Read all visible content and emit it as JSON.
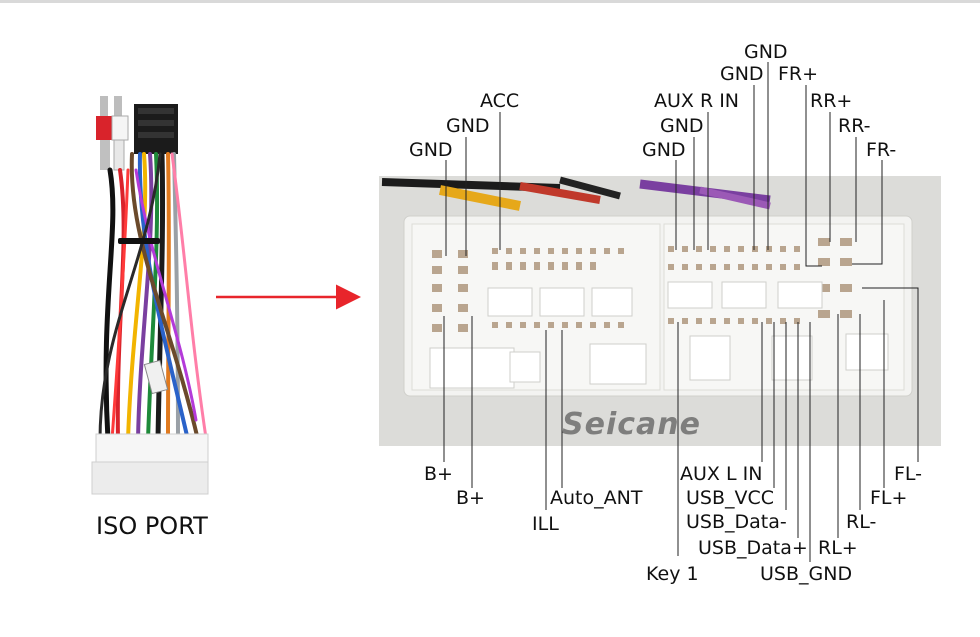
{
  "harness": {
    "caption": "ISO PORT"
  },
  "connector": {
    "watermark": "Seicane"
  },
  "colors": {
    "arrow": "#e8252b",
    "connector_body": "#f3f3f1",
    "photo_bg": "#dcdcd9",
    "leader_line": "#222222"
  },
  "labels": {
    "top": [
      "GND",
      "GND",
      "ACC",
      "GND",
      "GND",
      "AUX R IN",
      "GND",
      "GND",
      "FR+",
      "RR+",
      "RR-",
      "FR-"
    ],
    "bottom": [
      "B+",
      "B+",
      "ILL",
      "Auto_ANT",
      "Key 1",
      "AUX L IN",
      "USB_VCC",
      "USB_Data-",
      "USB_Data+",
      "USB_GND",
      "RL+",
      "RL-",
      "FL+",
      "FL-"
    ]
  }
}
